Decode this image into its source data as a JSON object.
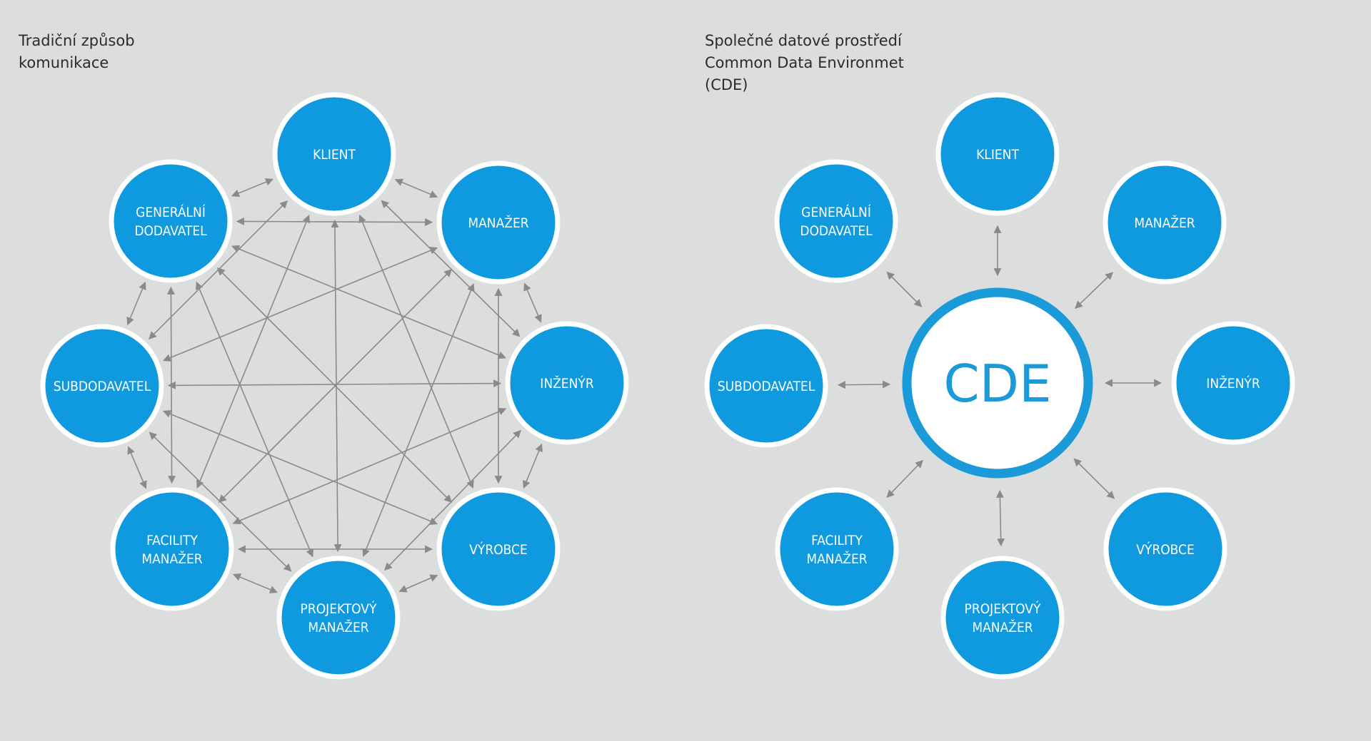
{
  "colors": {
    "background": "#dcdddd",
    "node_fill": "#0f9ae0",
    "node_ring": "#ffffff",
    "connector": "#8a8a8a",
    "hub_fill": "#ffffff",
    "hub_ring": "#1a9ad9",
    "hub_text": "#1a9ad9"
  },
  "left_diagram": {
    "caption": [
      "Tradiční způsob",
      "komunikace"
    ],
    "nodes": [
      {
        "id": "klient",
        "lines": [
          "KLIENT"
        ]
      },
      {
        "id": "manazer",
        "lines": [
          "MANAŽER"
        ]
      },
      {
        "id": "inzenyr",
        "lines": [
          "INŽENÝR"
        ]
      },
      {
        "id": "vyrobce",
        "lines": [
          "VÝROBCE"
        ]
      },
      {
        "id": "projektovy-manazer",
        "lines": [
          "PROJEKTOVÝ",
          "MANAŽER"
        ]
      },
      {
        "id": "facility-manazer",
        "lines": [
          "FACILITY",
          "MANAŽER"
        ]
      },
      {
        "id": "subdodavatel",
        "lines": [
          "SUBDODAVATEL"
        ]
      },
      {
        "id": "generalni-dodavatel",
        "lines": [
          "GENERÁLNÍ",
          "DODAVATEL"
        ]
      }
    ]
  },
  "right_diagram": {
    "caption": [
      "Společné datové prostředí",
      "Common Data Environmet",
      "(CDE)"
    ],
    "hub_label": "CDE",
    "nodes": [
      {
        "id": "klient",
        "lines": [
          "KLIENT"
        ]
      },
      {
        "id": "manazer",
        "lines": [
          "MANAŽER"
        ]
      },
      {
        "id": "inzenyr",
        "lines": [
          "INŽENÝR"
        ]
      },
      {
        "id": "vyrobce",
        "lines": [
          "VÝROBCE"
        ]
      },
      {
        "id": "projektovy-manazer",
        "lines": [
          "PROJEKTOVÝ",
          "MANAŽER"
        ]
      },
      {
        "id": "facility-manazer",
        "lines": [
          "FACILITY",
          "MANAŽER"
        ]
      },
      {
        "id": "subdodavatel",
        "lines": [
          "SUBDODAVATEL"
        ]
      },
      {
        "id": "generalni-dodavatel",
        "lines": [
          "GENERÁLNÍ",
          "DODAVATEL"
        ]
      }
    ]
  }
}
